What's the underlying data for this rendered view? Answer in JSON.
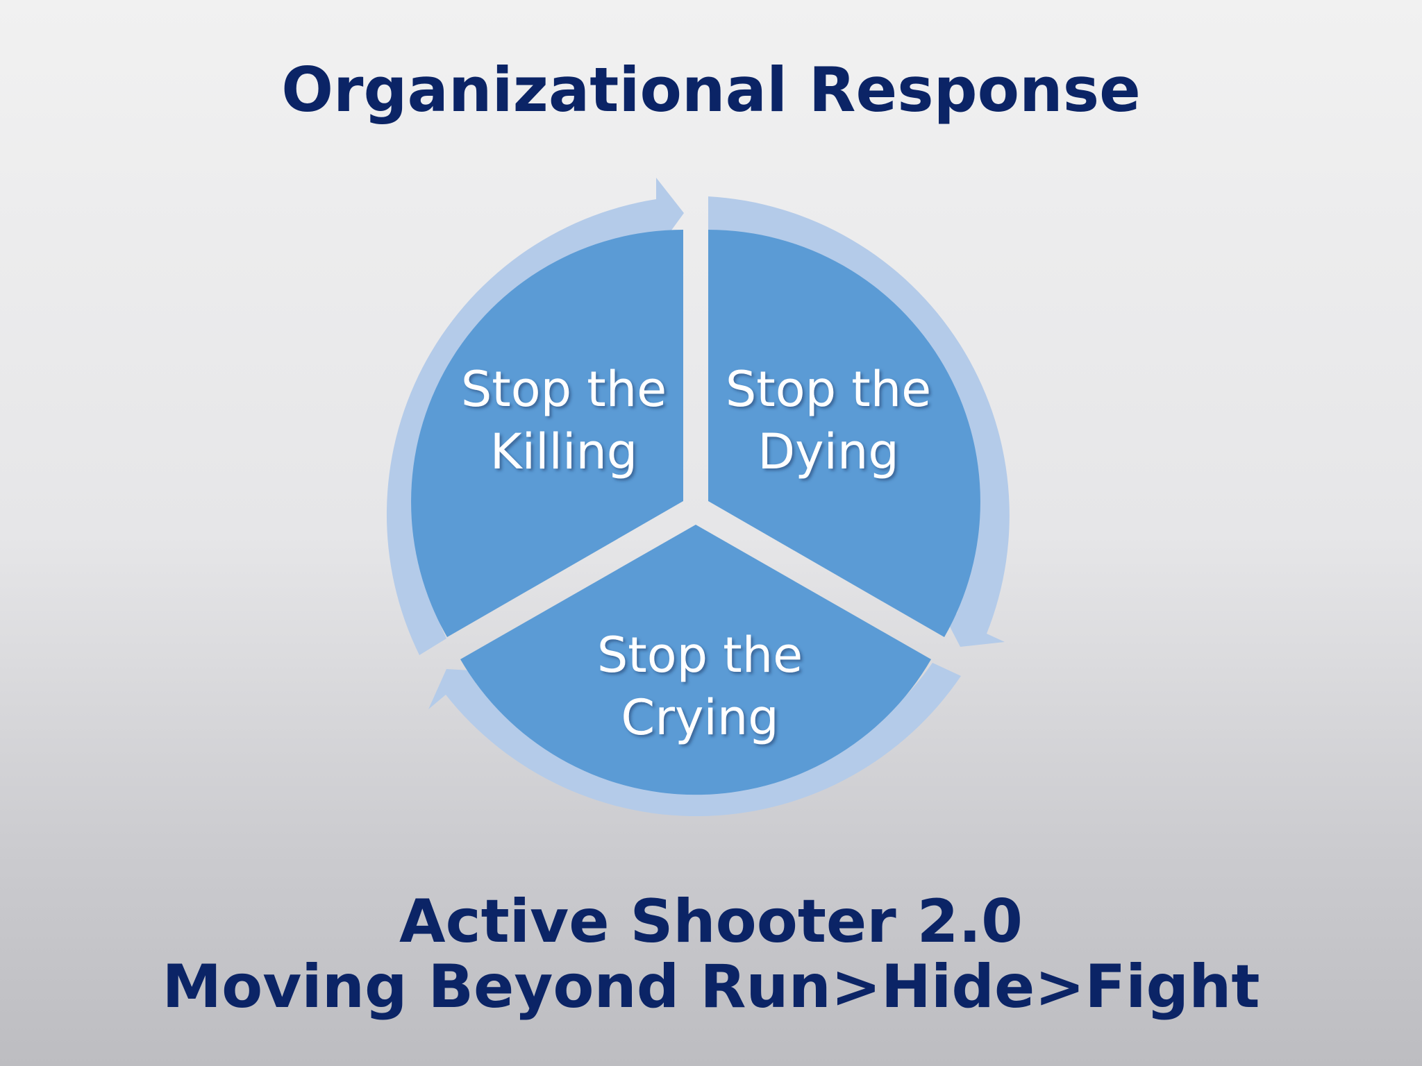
{
  "title": "Organizational Response",
  "cycle": {
    "segments": [
      {
        "line1": "Stop the",
        "line2": "Killing"
      },
      {
        "line1": "Stop the",
        "line2": "Dying"
      },
      {
        "line1": "Stop the",
        "line2": "Crying"
      }
    ]
  },
  "footer": {
    "line1": "Active Shooter 2.0",
    "line2": "Moving Beyond Run>Hide>Fight"
  },
  "colors": {
    "title": "#0b2466",
    "segment_fill": "#5b9bd5",
    "arrow_fill": "#b4cbe9",
    "label": "#ffffff"
  }
}
